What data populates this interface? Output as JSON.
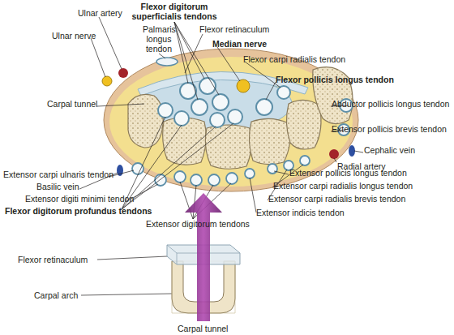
{
  "diagram": {
    "labels": [
      "Flexor digitorum superficialis tendons",
      "Ulnar artery",
      "Palmaris longus tendon",
      "Ulnar nerve",
      "Flexor retinaculum",
      "Median nerve",
      "Flexor carpi radialis tendon",
      "Flexor pollicis longus tendon",
      "Carpal tunnel",
      "Abductor pollicis longus tendon",
      "Extensor pollicis brevis tendon",
      "Cephalic vein",
      "Radial artery",
      "Extensor carpi ulnaris tendon",
      "Extensor pollicis longus tendon",
      "Basilic vein",
      "Extensor carpi radialis longus tendon",
      "Extensor digiti minimi tendon",
      "Extensor carpi radialis brevis tendon",
      "Flexor digitorum profundus tendons",
      "Extensor indicis tendon",
      "Extensor digitorum tendons",
      "Flexor retinaculum",
      "Carpal arch",
      "Carpal tunnel"
    ]
  }
}
